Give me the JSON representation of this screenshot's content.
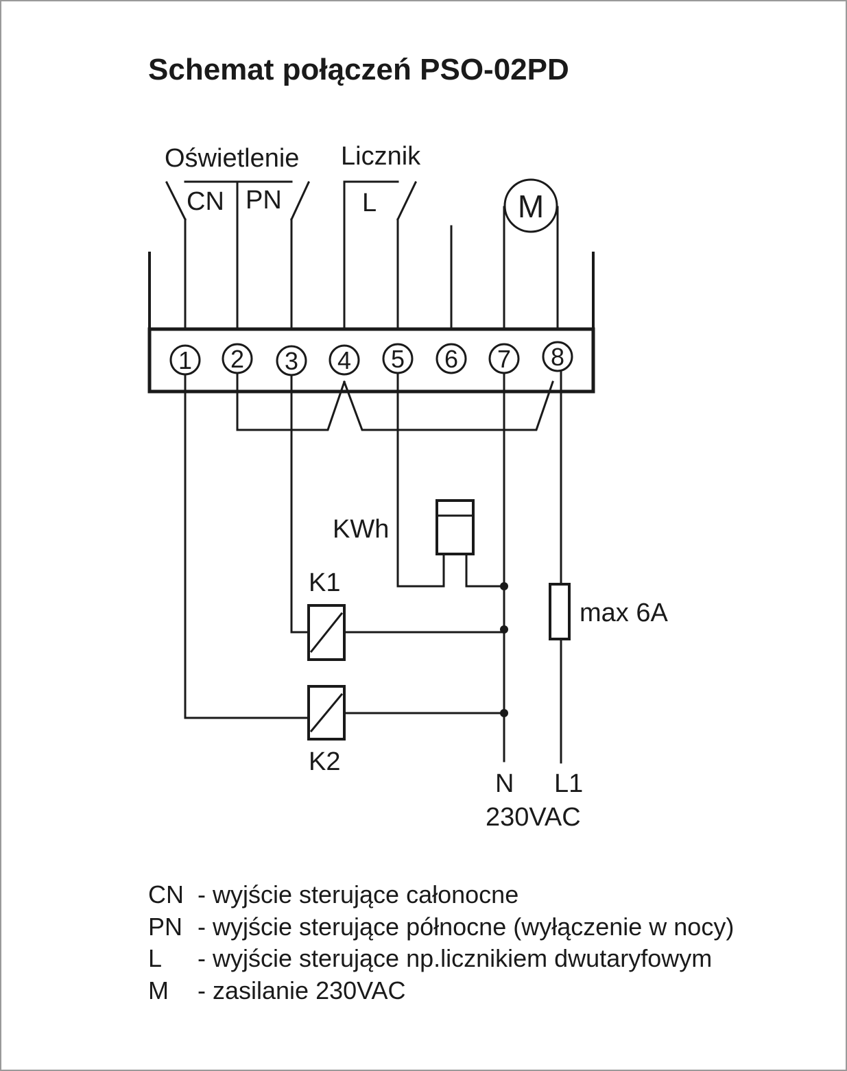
{
  "title": "Schemat połączeń PSO-02PD",
  "groups": {
    "lighting": "Oświetlenie",
    "meter": "Licznik"
  },
  "outputs": {
    "cn": "CN",
    "pn": "PN",
    "l": "L",
    "motor": "M"
  },
  "terminals": [
    "1",
    "2",
    "3",
    "4",
    "5",
    "6",
    "7",
    "8"
  ],
  "components": {
    "kwh": "KWh",
    "k1": "K1",
    "k2": "K2",
    "fuse": "max 6A"
  },
  "supply": {
    "n": "N",
    "l1": "L1",
    "voltage": "230VAC"
  },
  "legend": [
    {
      "code": "CN",
      "text": "- wyjście sterujące całonocne"
    },
    {
      "code": "PN",
      "text": "- wyjście sterujące północne (wyłączenie w nocy)"
    },
    {
      "code": "L",
      "text": "- wyjście sterujące np.licznikiem dwutaryfowym"
    },
    {
      "code": "M",
      "text": "- zasilanie 230VAC"
    }
  ]
}
